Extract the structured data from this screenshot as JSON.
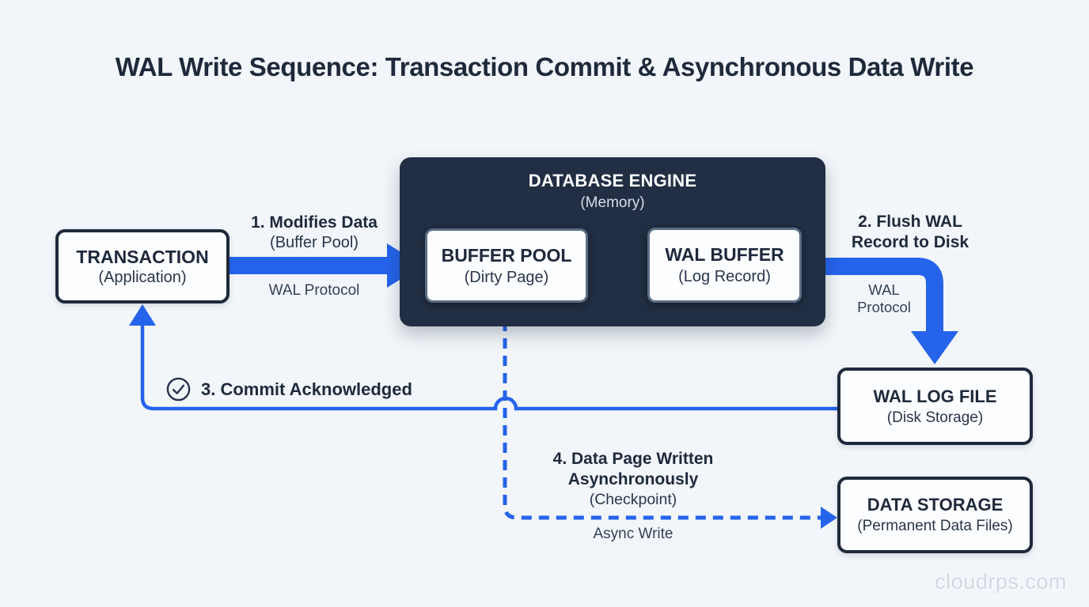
{
  "title": "WAL Write Sequence: Transaction Commit & Asynchronous Data Write",
  "nodes": {
    "transaction": {
      "title": "TRANSACTION",
      "subtitle": "(Application)"
    },
    "engine": {
      "title": "DATABASE ENGINE",
      "subtitle": "(Memory)"
    },
    "buffer_pool": {
      "title": "BUFFER POOL",
      "subtitle": "(Dirty Page)"
    },
    "wal_buffer": {
      "title": "WAL BUFFER",
      "subtitle": "(Log Record)"
    },
    "wal_log_file": {
      "title": "WAL LOG FILE",
      "subtitle": "(Disk Storage)"
    },
    "data_storage": {
      "title": "DATA STORAGE",
      "subtitle": "(Permanent Data Files)"
    }
  },
  "steps": {
    "step1": {
      "label": "1. Modifies Data",
      "sublabel": "(Buffer Pool)",
      "protocol": "WAL Protocol"
    },
    "step2": {
      "label1": "2. Flush WAL",
      "label2": "Record to Disk",
      "protocol1": "WAL",
      "protocol2": "Protocol"
    },
    "step3": {
      "label": "3. Commit Acknowledged",
      "icon": "check-circle-icon"
    },
    "step4": {
      "label1": "4. Data Page Written",
      "label2": "Asynchronously",
      "sublabel": "(Checkpoint)",
      "protocol": "Async Write"
    }
  },
  "watermark": "cloudrps.com",
  "colors": {
    "background": "#F2F6FA",
    "ink": "#1E293B",
    "accent_blue": "#2563EB",
    "engine_fill": "#212E43",
    "engine_subtitle": "#D7DEE8",
    "inner_border": "#5C6E84",
    "muted_label": "#334155",
    "internal_arrow": "#48596F",
    "node_fill": "#FCFDFF",
    "watermark_gray": "#B2BDCC"
  }
}
